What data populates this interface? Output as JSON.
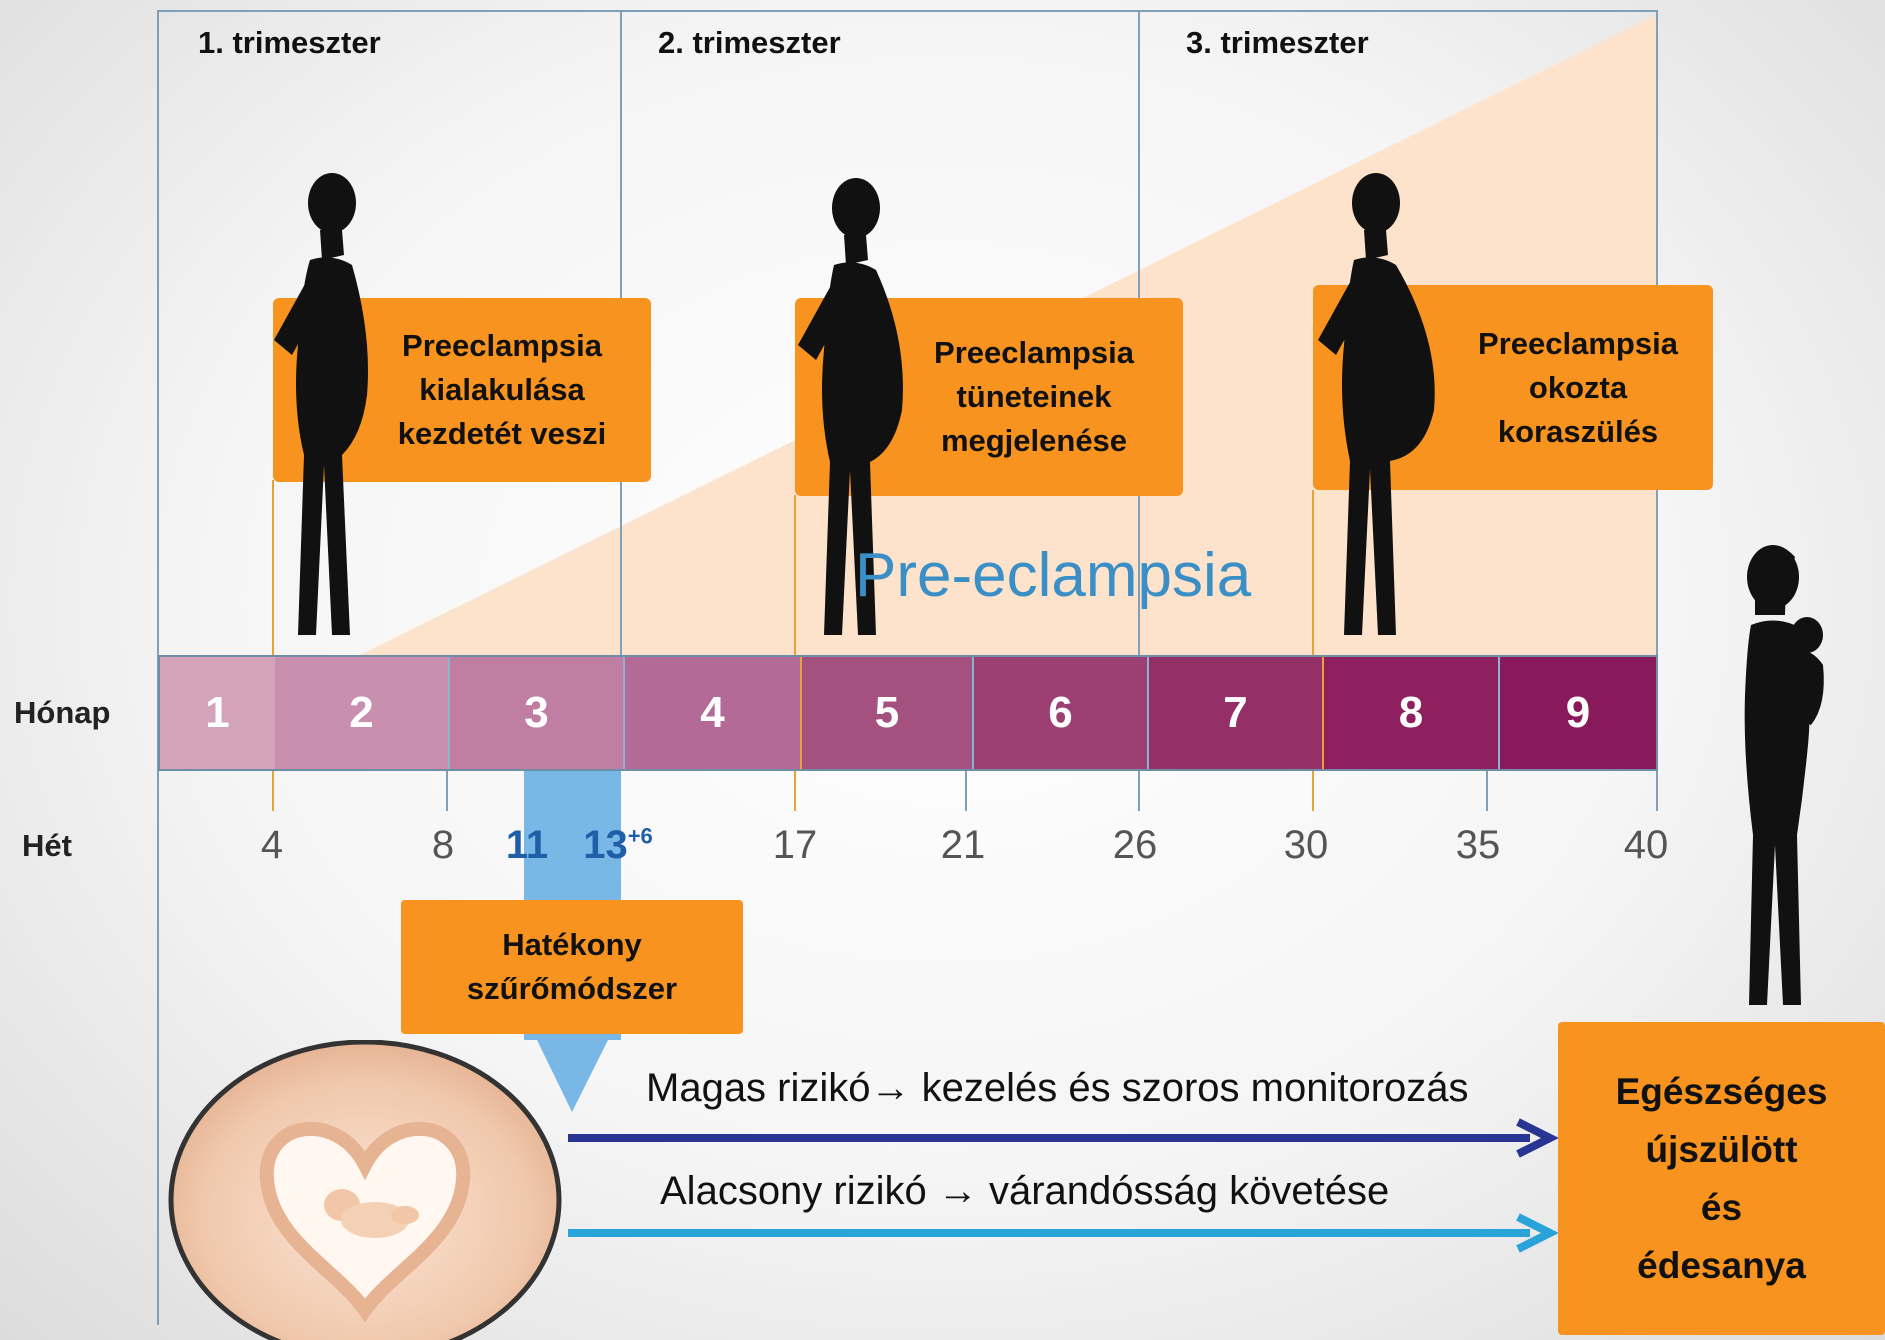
{
  "trimesters": [
    "1. trimeszter",
    "2. trimeszter",
    "3. trimeszter"
  ],
  "row_labels": {
    "month": "Hónap",
    "week": "Hét"
  },
  "months": [
    "1",
    "2",
    "3",
    "4",
    "5",
    "6",
    "7",
    "8",
    "9"
  ],
  "month_colors": [
    "#d2a3bb",
    "#c88fae",
    "#bf7ea2",
    "#b46a96",
    "#a5517f",
    "#9c3f72",
    "#952f68",
    "#8e2060",
    "#881a5b"
  ],
  "weeks": [
    "4",
    "8",
    "11",
    "13",
    "17",
    "21",
    "26",
    "30",
    "35",
    "40"
  ],
  "week_sup": "+6",
  "stage_boxes": [
    {
      "lines": [
        "Preeclampsia",
        "kialakulása",
        "kezdetét veszi"
      ]
    },
    {
      "lines": [
        "Preeclampsia",
        "tüneteinek",
        "megjelenése"
      ]
    },
    {
      "lines": [
        "Preeclampsia",
        "okozta",
        "koraszülés"
      ]
    }
  ],
  "wedge_label": "Pre-eclampsia",
  "screening_box": [
    "Hatékony",
    "szűrőmódszer"
  ],
  "high_risk": "Magas rizikó→ kezelés és szoros monitorozás",
  "low_risk": "Alacsony rizikó → várandósság követése",
  "outcome_box": [
    "Egészséges",
    "újszülött",
    "és",
    "édesanya"
  ],
  "colors": {
    "orange": "#f7931e",
    "peach": "#fde3cb",
    "screening_blue": "#78b7e6",
    "high_risk_arrow": "#283593",
    "low_risk_arrow": "#29a3da",
    "wedge_text": "#3a8fc7"
  },
  "icons": [
    "pregnant-woman-silhouette-icon",
    "mother-with-baby-silhouette-icon",
    "heart-hands-baby-photo"
  ]
}
